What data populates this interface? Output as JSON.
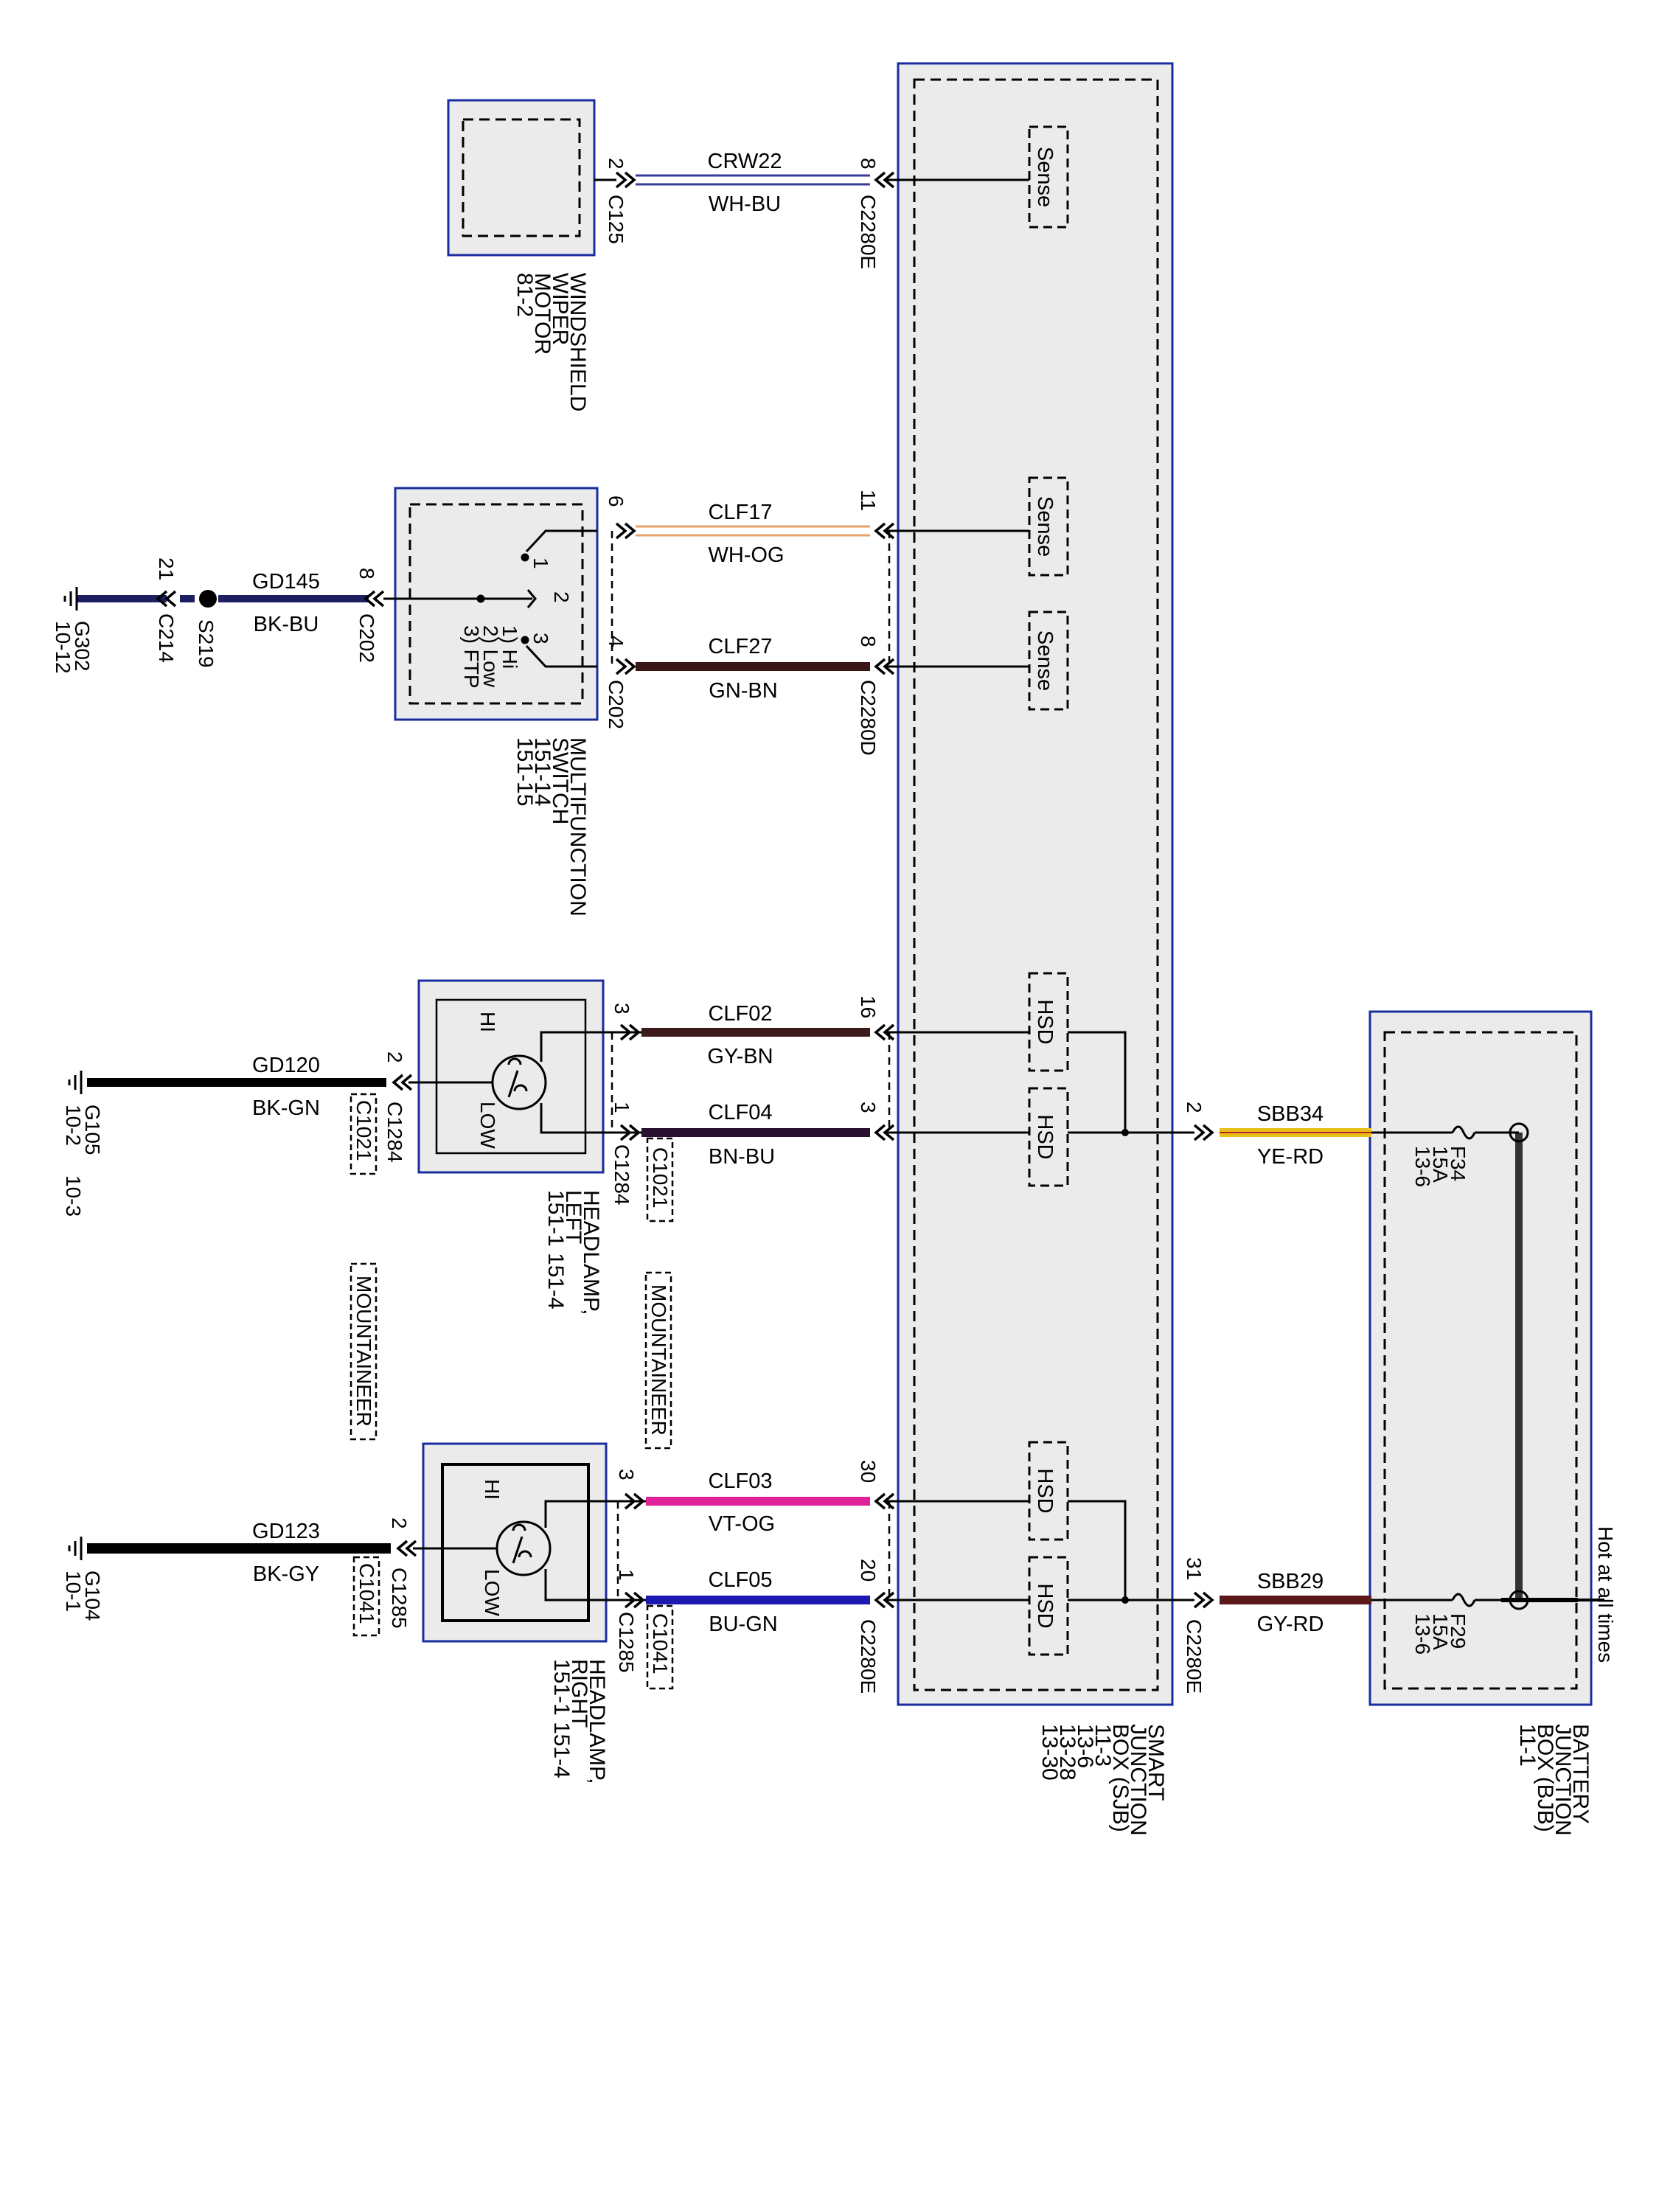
{
  "colors": {
    "module_border": "#1a2da0",
    "module_fill": "#ebebeb",
    "wire_WH_BU": "#3a3a9a",
    "wire_WH_OG": "#e9a36a",
    "wire_GN_BN": "#3a1616",
    "wire_GY_BN": "#3d1a1a",
    "wire_BN_BU": "#2a1030",
    "wire_VT_OG": "#e0229a",
    "wire_BU_GN": "#1a1ab0",
    "wire_YE_RD": "#e8c01a",
    "wire_GY_RD": "#5a1818",
    "wire_ground": "#000000",
    "wire_BK_BU": "#1c2060"
  },
  "modules": {
    "wiper": {
      "lines": [
        "WINDSHIELD",
        "WIPER",
        "MOTOR",
        "81-2"
      ]
    },
    "mfs": {
      "lines": [
        "MULTIFUNCTION",
        "SWITCH",
        "151-14",
        "151-15"
      ],
      "positions": [
        "1) Hi",
        "2) Low",
        "3) FTP"
      ],
      "pin_nums": [
        "1",
        "2",
        "3"
      ]
    },
    "hl_left": {
      "lines": [
        "HEADLAMP,",
        "LEFT",
        "151-1  151-4"
      ],
      "hi": "HI",
      "low": "LOW"
    },
    "hl_right": {
      "lines": [
        "HEADLAMP,",
        "RIGHT",
        "151-1    151-4"
      ],
      "hi": "HI",
      "low": "LOW"
    },
    "sjb": {
      "lines": [
        "SMART",
        "JUNCTION",
        "BOX (SJB)",
        "11-3",
        "13-6",
        "13-28",
        "13-30"
      ]
    },
    "bjb": {
      "lines": [
        "BATTERY",
        "JUNCTION",
        "BOX (BJB)",
        "11-1"
      ]
    }
  },
  "sense_label": "Sense",
  "hsd_label": "HSD",
  "hot_label": "Hot at all times",
  "option_label": "MOUNTAINEER",
  "wires": [
    {
      "circuit": "CRW22",
      "color": "WH-BU",
      "pin_left": "2",
      "conn_left": "C125",
      "pin_right": "8",
      "conn_right": "C2280E"
    },
    {
      "circuit": "CLF17",
      "color": "WH-OG",
      "pin_left": "6",
      "pin_right": "11"
    },
    {
      "circuit": "CLF27",
      "color": "GN-BN",
      "pin_left": "4",
      "conn_left": "C202",
      "pin_right": "8",
      "conn_right": "C2280D"
    },
    {
      "circuit": "CLF02",
      "color": "GY-BN",
      "pin_left": "3",
      "pin_right": "16"
    },
    {
      "circuit": "CLF04",
      "color": "BN-BU",
      "pin_left": "1",
      "conn_left": "C1284",
      "pin_right": "3",
      "conn_option": "C1021"
    },
    {
      "circuit": "CLF03",
      "color": "VT-OG",
      "pin_left": "3",
      "pin_right": "30"
    },
    {
      "circuit": "CLF05",
      "color": "BU-GN",
      "pin_left": "1",
      "conn_left": "C1285",
      "pin_right": "20",
      "conn_right": "C2280E",
      "conn_option": "C1041"
    },
    {
      "circuit": "SBB34",
      "color": "YE-RD",
      "pin_left": "2"
    },
    {
      "circuit": "SBB29",
      "color": "GY-RD",
      "pin_left": "31",
      "conn_left": "C2280E"
    }
  ],
  "grounds": [
    {
      "circuit": "GD145",
      "color": "BK-BU",
      "pin_switch": "8",
      "conn_switch": "C202",
      "splice": "S219",
      "pin_conn": "21",
      "conn": "C214",
      "ground": "G302",
      "ref": "10-12"
    },
    {
      "circuit": "GD120",
      "color": "BK-GN",
      "pin": "2",
      "conn": "C1284",
      "conn_option": "C1021",
      "ground": "G105",
      "ref": "10-2",
      "ref2": "10-3"
    },
    {
      "circuit": "GD123",
      "color": "BK-GY",
      "pin": "2",
      "conn": "C1285",
      "conn_option": "C1041",
      "ground": "G104",
      "ref": "10-1"
    }
  ],
  "fuses": [
    {
      "name": "F34",
      "rating": "15A",
      "ref": "13-6"
    },
    {
      "name": "F29",
      "rating": "15A",
      "ref": "13-6"
    }
  ]
}
